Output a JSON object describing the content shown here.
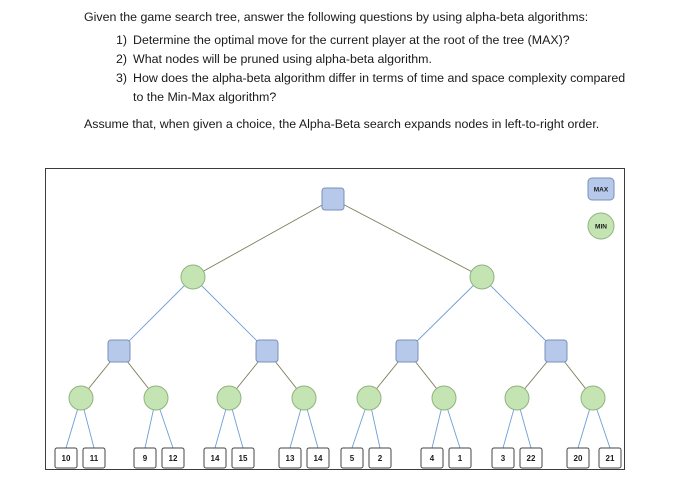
{
  "question": {
    "intro": "Given the game search tree, answer the following questions by using alpha-beta algorithms:",
    "items": [
      {
        "number": "1)",
        "text": "Determine the optimal move for the current player at the root of the tree (MAX)?"
      },
      {
        "number": "2)",
        "text": "What nodes will be pruned using alpha-beta algorithm."
      },
      {
        "number": "3)",
        "text": "How does the alpha-beta algorithm differ in terms of time and space complexity compared to the Min-Max algorithm?"
      }
    ],
    "assumption": "Assume that, when given a choice, the Alpha-Beta search expands nodes in left-to-right order."
  },
  "legend": {
    "max_label": "MAX",
    "min_label": "MIN"
  },
  "tree": {
    "leaf_values": [
      "10",
      "11",
      "9",
      "12",
      "14",
      "15",
      "13",
      "14",
      "5",
      "2",
      "4",
      "1",
      "3",
      "22",
      "20",
      "21"
    ],
    "colors": {
      "max_fill": "#b6c9ea",
      "min_fill": "#c5e4b3",
      "upper_edges": "#7d7d5e",
      "middle_edges": "#6f9ed6",
      "lower_edges": "#7d7d5e",
      "leaf_edges": "#6f9ed6"
    }
  }
}
